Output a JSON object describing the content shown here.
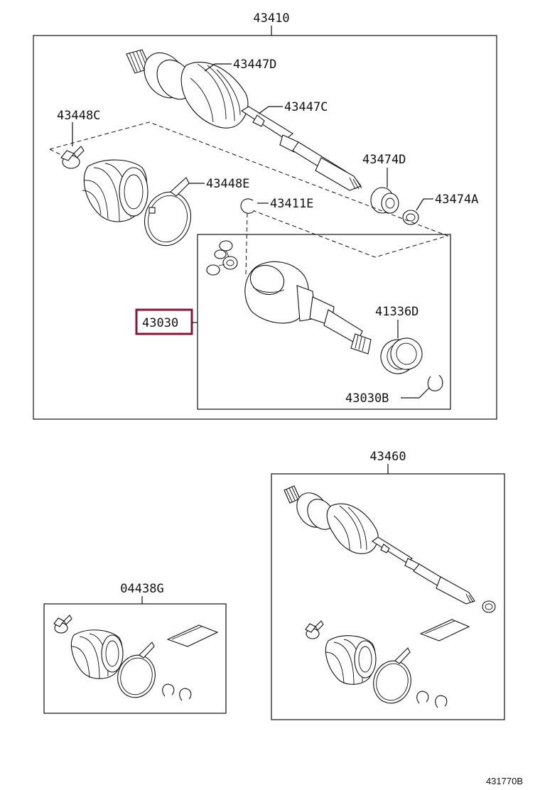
{
  "labels": {
    "p43410": "43410",
    "p43447D": "43447D",
    "p43447C": "43447C",
    "p43448C": "43448C",
    "p43474D": "43474D",
    "p43448E": "43448E",
    "p43411E": "43411E",
    "p43474A": "43474A",
    "p43030": "43030",
    "p41336D": "41336D",
    "p43030B": "43030B",
    "p43460": "43460",
    "p04438G": "04438G",
    "ref": "431770B"
  },
  "highlight_color": "#8a1538"
}
